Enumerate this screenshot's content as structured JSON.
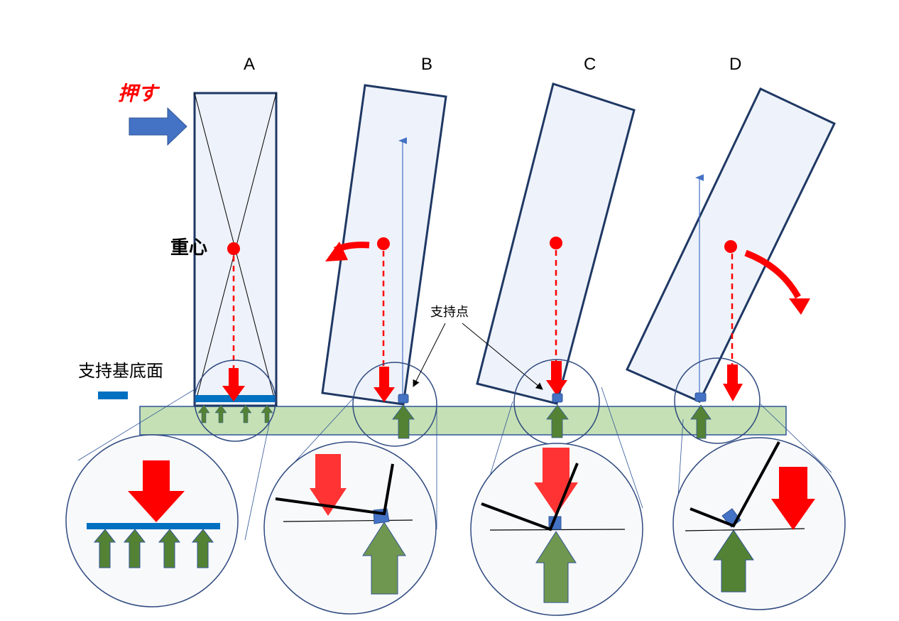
{
  "labels": {
    "panel_a": "A",
    "panel_b": "B",
    "panel_c": "C",
    "panel_d": "D",
    "push": "押す",
    "center_of_gravity": "重心",
    "base_of_support": "支持基底面",
    "support_point": "支持点"
  },
  "colors": {
    "block_fill": "#eef2fa",
    "block_stroke": "#1f3864",
    "ground_fill": "#c5e0b4",
    "ground_stroke": "#2f5597",
    "gravity_red": "#ff0000",
    "reaction_green": "#548235",
    "support_blue": "#0070c0",
    "push_arrow": "#4472c4",
    "zoom_circle_fill": "#f8f9fb",
    "zoom_circle_stroke": "#2f4a80"
  }
}
